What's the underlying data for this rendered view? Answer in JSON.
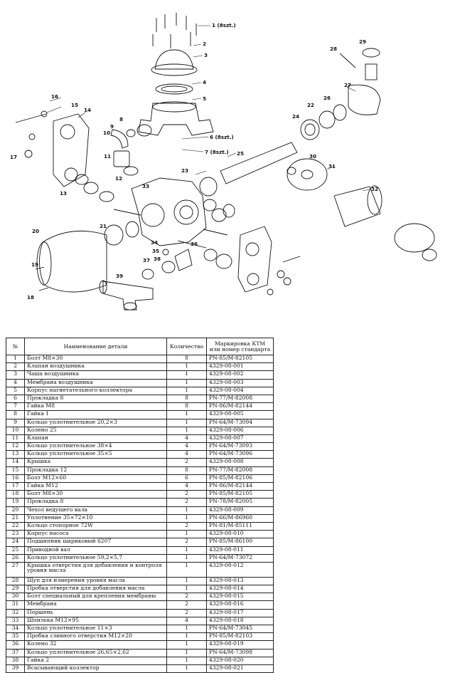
{
  "diagram": {
    "callouts": [
      {
        "n": "1 (8szt.)"
      },
      {
        "n": "2"
      },
      {
        "n": "3"
      },
      {
        "n": "4"
      },
      {
        "n": "5"
      },
      {
        "n": "6 (8szt.)"
      },
      {
        "n": "7 (8szt.)"
      },
      {
        "n": "8"
      },
      {
        "n": "9"
      },
      {
        "n": "10"
      },
      {
        "n": "11"
      },
      {
        "n": "12"
      },
      {
        "n": "13"
      },
      {
        "n": "14"
      },
      {
        "n": "15"
      },
      {
        "n": "16"
      },
      {
        "n": "17"
      },
      {
        "n": "18"
      },
      {
        "n": "19"
      },
      {
        "n": "20"
      },
      {
        "n": "21"
      },
      {
        "n": "22"
      },
      {
        "n": "23"
      },
      {
        "n": "24"
      },
      {
        "n": "25"
      },
      {
        "n": "26"
      },
      {
        "n": "27"
      },
      {
        "n": "28"
      },
      {
        "n": "29"
      },
      {
        "n": "30"
      },
      {
        "n": "31"
      },
      {
        "n": "32"
      },
      {
        "n": "33"
      },
      {
        "n": "34"
      },
      {
        "n": "35"
      },
      {
        "n": "36"
      },
      {
        "n": "37"
      },
      {
        "n": "38"
      },
      {
        "n": "39"
      }
    ]
  },
  "table": {
    "headers": [
      "№",
      "Наименование детали",
      "Количество",
      "Маркировка КТМ или номер стандарта"
    ],
    "rows": [
      [
        "1",
        "Болт М8×30",
        "8",
        "PN-85/M-82105"
      ],
      [
        "2",
        "Клапан воздушника",
        "1",
        "4329-08-001"
      ],
      [
        "3",
        "Чаша воздушника",
        "1",
        "4329-08-002"
      ],
      [
        "4",
        "Мембрана воздушника",
        "1",
        "4329-08-003"
      ],
      [
        "5",
        "Корпус нагнетательного коллектора",
        "1",
        "4329-08-004"
      ],
      [
        "6",
        "Прокладка 8",
        "8",
        "PN-77/M-82008"
      ],
      [
        "7",
        "Гайка М8",
        "8",
        "PN-86/M-82144"
      ],
      [
        "8",
        "Гайка 1",
        "1",
        "4329-08-005"
      ],
      [
        "9",
        "Кольцо уплотнительное 20,2×3",
        "1",
        "PN-64/M-73094"
      ],
      [
        "10",
        "Колено 25",
        "1",
        "4329-08-006"
      ],
      [
        "11",
        "Клапан",
        "4",
        "4329-08-007"
      ],
      [
        "12",
        "Кольцо уплотнительное 38×4",
        "4",
        "PN-64/M-73093"
      ],
      [
        "13",
        "Кольцо уплотнительное 35×5",
        "4",
        "PN-64/M-73096"
      ],
      [
        "14",
        "Крышка",
        "2",
        "4329-08-008"
      ],
      [
        "15",
        "Прокладка 12",
        "8",
        "PN-77/M-82008"
      ],
      [
        "16",
        "Болт М12×60",
        "6",
        "PN-85/M-82106"
      ],
      [
        "17",
        "Гайка М12",
        "4",
        "PN-86/M-82144"
      ],
      [
        "18",
        "Болт М8×30",
        "2",
        "PN-85/M-82105"
      ],
      [
        "19",
        "Прокладка 8",
        "2",
        "PN-78/M-82005"
      ],
      [
        "20",
        "Чехол ведущего вала",
        "1",
        "4329-08-009"
      ],
      [
        "21",
        "Уплотнение 35×72×10",
        "1",
        "PN-66/M-86960"
      ],
      [
        "22",
        "Кольцо стопорное 72W",
        "2",
        "PN-81/M-85111"
      ],
      [
        "23",
        "Корпус насоса",
        "1",
        "4329-08-010"
      ],
      [
        "24",
        "Подшипник шариковый 6207",
        "2",
        "PN-85/M-86100"
      ],
      [
        "25",
        "Приводной вал",
        "1",
        "4329-08-011"
      ],
      [
        "26",
        "Кольцо уплотнительное 59,2×5,7",
        "1",
        "PN-64/M-73072"
      ],
      [
        "27",
        "Крышка отверстия для добавления и контроля уровня масла",
        "1",
        "4329-08-012"
      ],
      [
        "28",
        "Щуп для измерения уровня масла",
        "1",
        "4329-08-013"
      ],
      [
        "29",
        "Пробка отверстия для добавления масла",
        "1",
        "4329-08-014"
      ],
      [
        "30",
        "Болт специальный для крепления мембраны",
        "2",
        "4329-08-015"
      ],
      [
        "31",
        "Мембрана",
        "2",
        "4329-08-016"
      ],
      [
        "32",
        "Поршень",
        "2",
        "4329-08-017"
      ],
      [
        "33",
        "Шпилька М12×95",
        "4",
        "4329-08-018"
      ],
      [
        "34",
        "Кольцо уплотнительное 11×3",
        "1",
        "PN-64/M-73045"
      ],
      [
        "35",
        "Пробка сливного отверстия М12×20",
        "1",
        "PN-85/M-82103"
      ],
      [
        "36",
        "Колено 32",
        "1",
        "4329-08-019"
      ],
      [
        "37",
        "Кольцо уплотнительное 26,65×2,62",
        "1",
        "PN-64/M-73098"
      ],
      [
        "38",
        "Гайка 2",
        "1",
        "4329-08-020"
      ],
      [
        "39",
        "Всасывающий коллектор",
        "1",
        "4329-08-021"
      ]
    ]
  }
}
